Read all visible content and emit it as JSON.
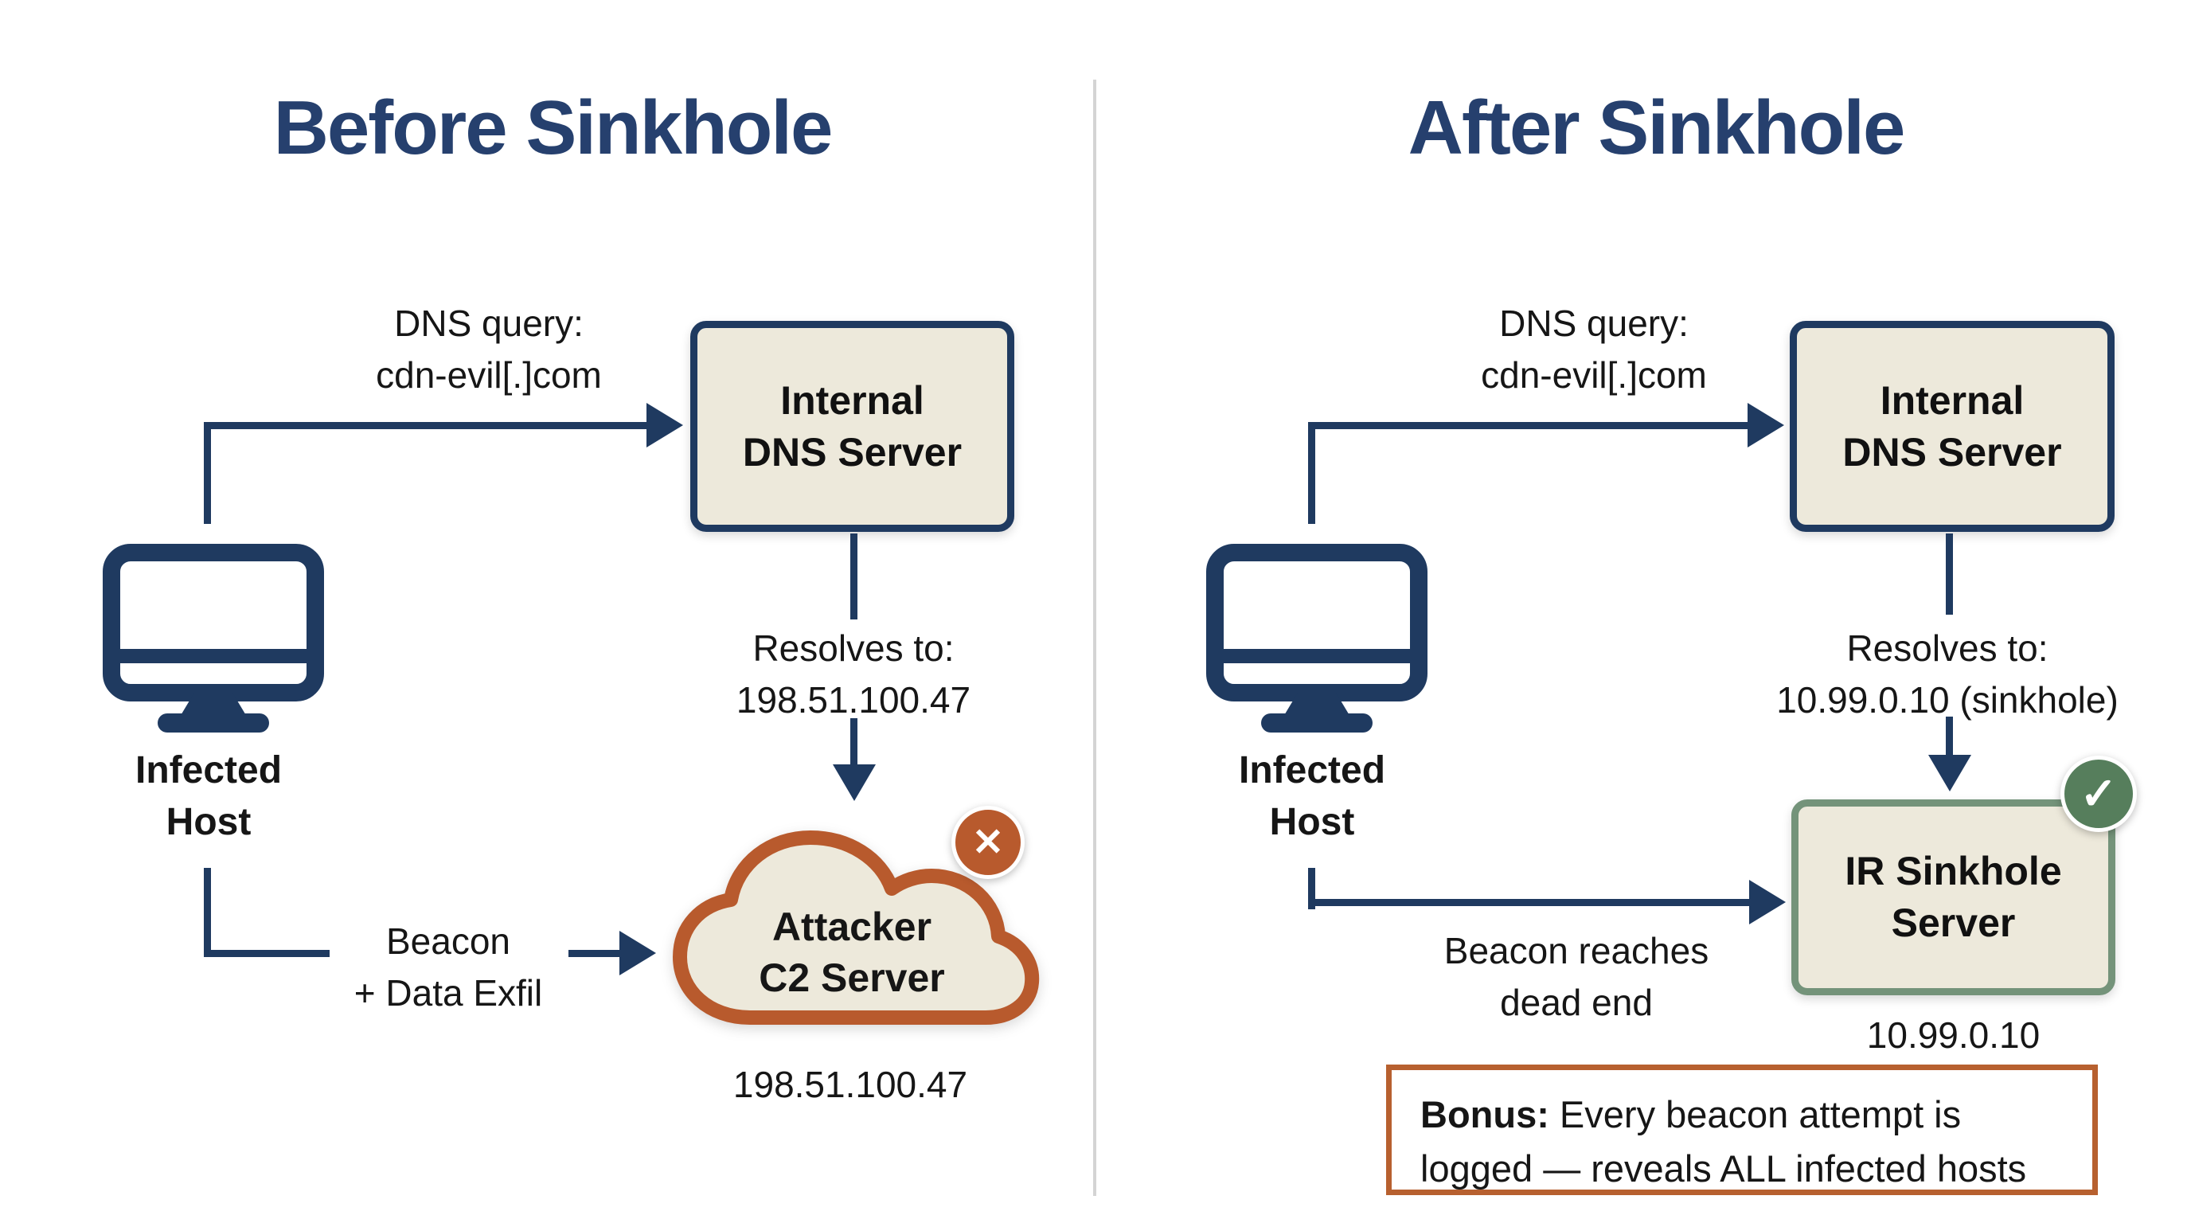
{
  "colors": {
    "navy_line": "#1F3A60",
    "title_navy": "#26406E",
    "node_fill_cream": "#EDE9DB",
    "c2_orange": "#B85A2D",
    "sinkhole_green_border": "#74937A",
    "check_badge_green": "#567E5C",
    "bonus_border_orange": "#B7602F",
    "divider_gray": "#D4D4D4",
    "text_black": "#161616"
  },
  "left_panel": {
    "title": "Before Sinkhole",
    "dns_query": {
      "line1": "DNS query:",
      "line2": "cdn-evil[.]com"
    },
    "dns_server": {
      "line1": "Internal",
      "line2": "DNS Server"
    },
    "host": {
      "line1": "Infected",
      "line2": "Host"
    },
    "resolves": {
      "line1": "Resolves to:",
      "line2": "198.51.100.47"
    },
    "beacon": {
      "line1": "Beacon",
      "line2": "+ Data Exfil"
    },
    "c2": {
      "line1": "Attacker",
      "line2": "C2 Server",
      "ip": "198.51.100.47"
    },
    "x_badge_glyph": "✕"
  },
  "right_panel": {
    "title": "After Sinkhole",
    "dns_query": {
      "line1": "DNS query:",
      "line2": "cdn-evil[.]com"
    },
    "dns_server": {
      "line1": "Internal",
      "line2": "DNS Server"
    },
    "host": {
      "line1": "Infected",
      "line2": "Host"
    },
    "resolves": {
      "line1": "Resolves to:",
      "line2": "10.99.0.10 (sinkhole)"
    },
    "beacon": {
      "line1": "Beacon reaches",
      "line2": "dead end"
    },
    "sinkhole": {
      "line1": "IR Sinkhole",
      "line2": "Server",
      "ip": "10.99.0.10"
    },
    "check_badge_glyph": "✓",
    "bonus": {
      "prefix": "Bonus:",
      "line1_rest": " Every beacon attempt is",
      "line2": "logged — reveals ALL infected hosts"
    }
  }
}
